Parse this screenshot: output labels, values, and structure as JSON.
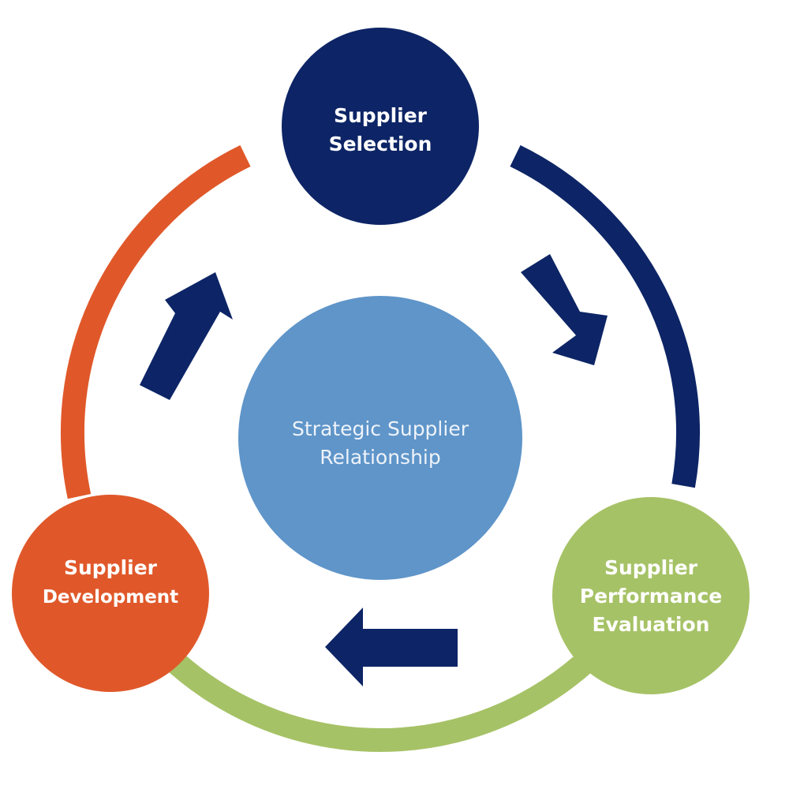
{
  "diagram": {
    "type": "cycle",
    "center": {
      "id": "strategic-supplier-relationship",
      "lines": [
        "Strategic Supplier",
        "Relationship"
      ],
      "color": "#5f95c9"
    },
    "stages": [
      {
        "id": "supplier-selection",
        "lines": [
          "Supplier",
          "Selection"
        ],
        "color": "#0d2566",
        "position": "top"
      },
      {
        "id": "supplier-performance-evaluation",
        "lines": [
          "Supplier",
          "Performance",
          "Evaluation"
        ],
        "color": "#a6c266",
        "position": "bottom-right"
      },
      {
        "id": "supplier-development",
        "lines": [
          "Supplier",
          "Development"
        ],
        "color": "#e0582a",
        "position": "bottom-left"
      }
    ],
    "connectors": [
      {
        "from": "supplier-selection",
        "to": "supplier-performance-evaluation",
        "arc_color": "#0d2566",
        "arrow_direction": "down-right"
      },
      {
        "from": "supplier-performance-evaluation",
        "to": "supplier-development",
        "arc_color": "#a6c266",
        "arrow_direction": "left"
      },
      {
        "from": "supplier-development",
        "to": "supplier-selection",
        "arc_color": "#e0582a",
        "arrow_direction": "up-right"
      }
    ],
    "arrow_color": "#0d2566"
  }
}
